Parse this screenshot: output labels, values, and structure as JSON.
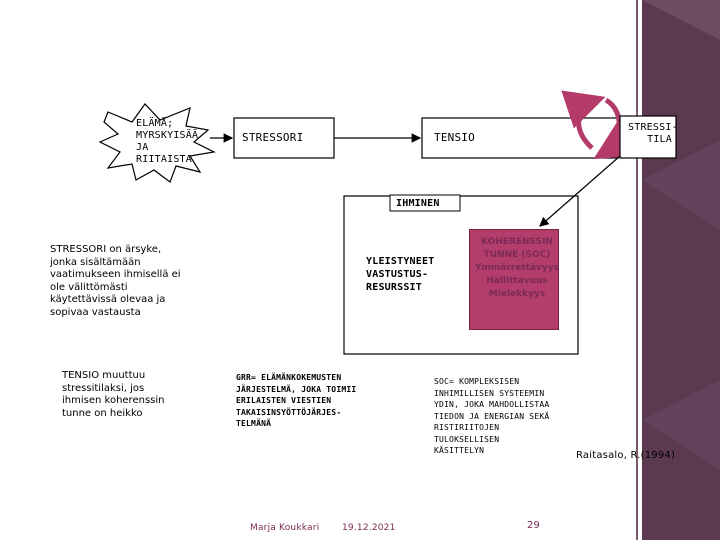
{
  "slide": {
    "life_label": [
      "ELÄMÄ;",
      "MYRSKYISÄÄ",
      "JA",
      "RIITAISTA"
    ],
    "stressor_box": "STRESSORI",
    "tension_box": "TENSIO",
    "stress_state": [
      "STRESSI-",
      "TILA"
    ],
    "human_label": "IHMINEN",
    "resources_label": [
      "YLEISTYNEET",
      "VASTUSTUS-",
      "RESURSSIT"
    ],
    "coherence_lines": [
      "KOHERENSSIN",
      "TUNNE (SOC)",
      "Ymmärrettävyys",
      "Hallittavuus",
      "Mielekkyys"
    ],
    "stressor_definition": {
      "term": "STRESSORI",
      "lines": [
        "STRESSORI on ärsyke,",
        "jonka sisältämään",
        "vaatimukseen ihmisellä ei",
        "ole välittömästi",
        "käytettävissä olevaa ja",
        "sopivaa vastausta"
      ]
    },
    "tension_definition": {
      "lines": [
        "TENSIO muuttuu",
        "stressitilaksi, jos",
        "ihmisen koherenssin",
        "tunne on heikko"
      ]
    },
    "grr_definition": [
      "GRR= ELÄMÄNKOKEMUSTEN",
      "JÄRJESTELMÄ, JOKA TOIMII",
      "ERILAISTEN VIESTIEN",
      "TAKAISINSYÖTTÖJÄRJES-",
      "TELMÄNÄ"
    ],
    "soc_definition": [
      "SOC= KOMPLEKSISEN",
      "INHIMILLISEN SYSTEEMIN",
      "YDIN, JOKA MAHDOLLISTAA",
      "TIEDON JA ENERGIAN SEKÄ",
      "RISTIRIITOJEN",
      "TULOKSELLISEN",
      "KÄSITTELYN"
    ],
    "citation": "Raitasalo, R.(1994)",
    "footer": {
      "author": "Marja Koukkari",
      "date": "19.12.2021",
      "page": "29"
    }
  },
  "colors": {
    "accent_pink": "#b33e6c",
    "sidebar": "#5b3a50",
    "cycle_arrow": "#b43a6a"
  }
}
